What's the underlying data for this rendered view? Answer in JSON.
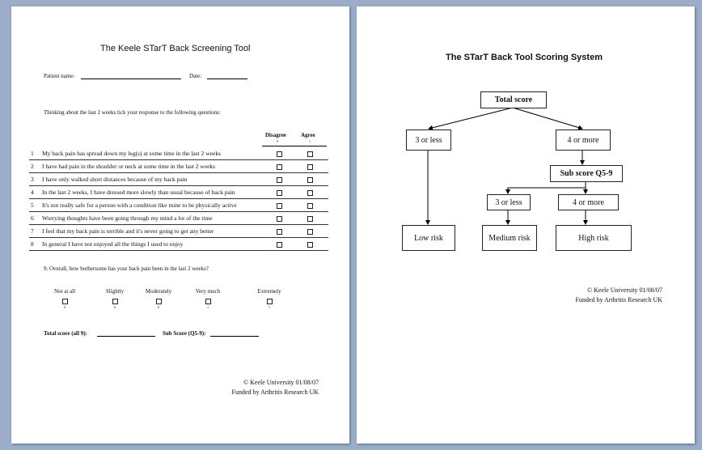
{
  "page1": {
    "title": "The Keele STarT Back Screening Tool",
    "patient_name_label": "Patient name:",
    "date_label": "Date:",
    "instruction": "Thinking about the last 2 weeks tick your response to the following questions:",
    "col_disagree": "Disagree",
    "col_disagree_score": "0",
    "col_agree": "Agree",
    "col_agree_score": "1",
    "questions": [
      {
        "num": "1",
        "text": "My back pain has spread down my leg(s) at some time in the last 2 weeks"
      },
      {
        "num": "2",
        "text": "I have had pain in the shoulder or neck at some time in the last 2 weeks"
      },
      {
        "num": "3",
        "text": "I have only walked short distances because of my back pain"
      },
      {
        "num": "4",
        "text": "In the last 2 weeks, I have dressed more slowly than usual because of back pain"
      },
      {
        "num": "5",
        "text": "It's not really safe for a person with a condition like mine to be physically active"
      },
      {
        "num": "6",
        "text": "Worrying thoughts have been going through my mind a lot of the time"
      },
      {
        "num": "7",
        "text": "I feel that my back pain is terrible and it's never going to get any better"
      },
      {
        "num": "8",
        "text": "In general I have not enjoyed all the things I used to enjoy"
      }
    ],
    "q9": "9.  Overall, how bothersome has your back pain been in the last 2 weeks?",
    "q9_options": [
      {
        "label": "Not at all",
        "score": "0"
      },
      {
        "label": "Slightly",
        "score": "0"
      },
      {
        "label": "Moderately",
        "score": "0"
      },
      {
        "label": "Very much",
        "score": "1"
      },
      {
        "label": "Extremely",
        "score": "1"
      }
    ],
    "total_score_label": "Total score (all 9):",
    "sub_score_label": "Sub Score (Q5-9):",
    "copyright": "© Keele University 01/08/07",
    "funded": "Funded by Arthritis Research UK"
  },
  "page2": {
    "title": "The STarT Back Tool Scoring System",
    "flow": {
      "total": "Total score",
      "low_total": "3 or less",
      "high_total": "4 or more",
      "sub": "Sub score Q5-9",
      "low_sub": "3 or less",
      "high_sub": "4 or more",
      "low_risk": "Low risk",
      "medium_risk": "Medium risk",
      "high_risk": "High risk"
    },
    "copyright": "© Keele University 01/08/07",
    "funded": "Funded by Arthritis Research UK"
  }
}
